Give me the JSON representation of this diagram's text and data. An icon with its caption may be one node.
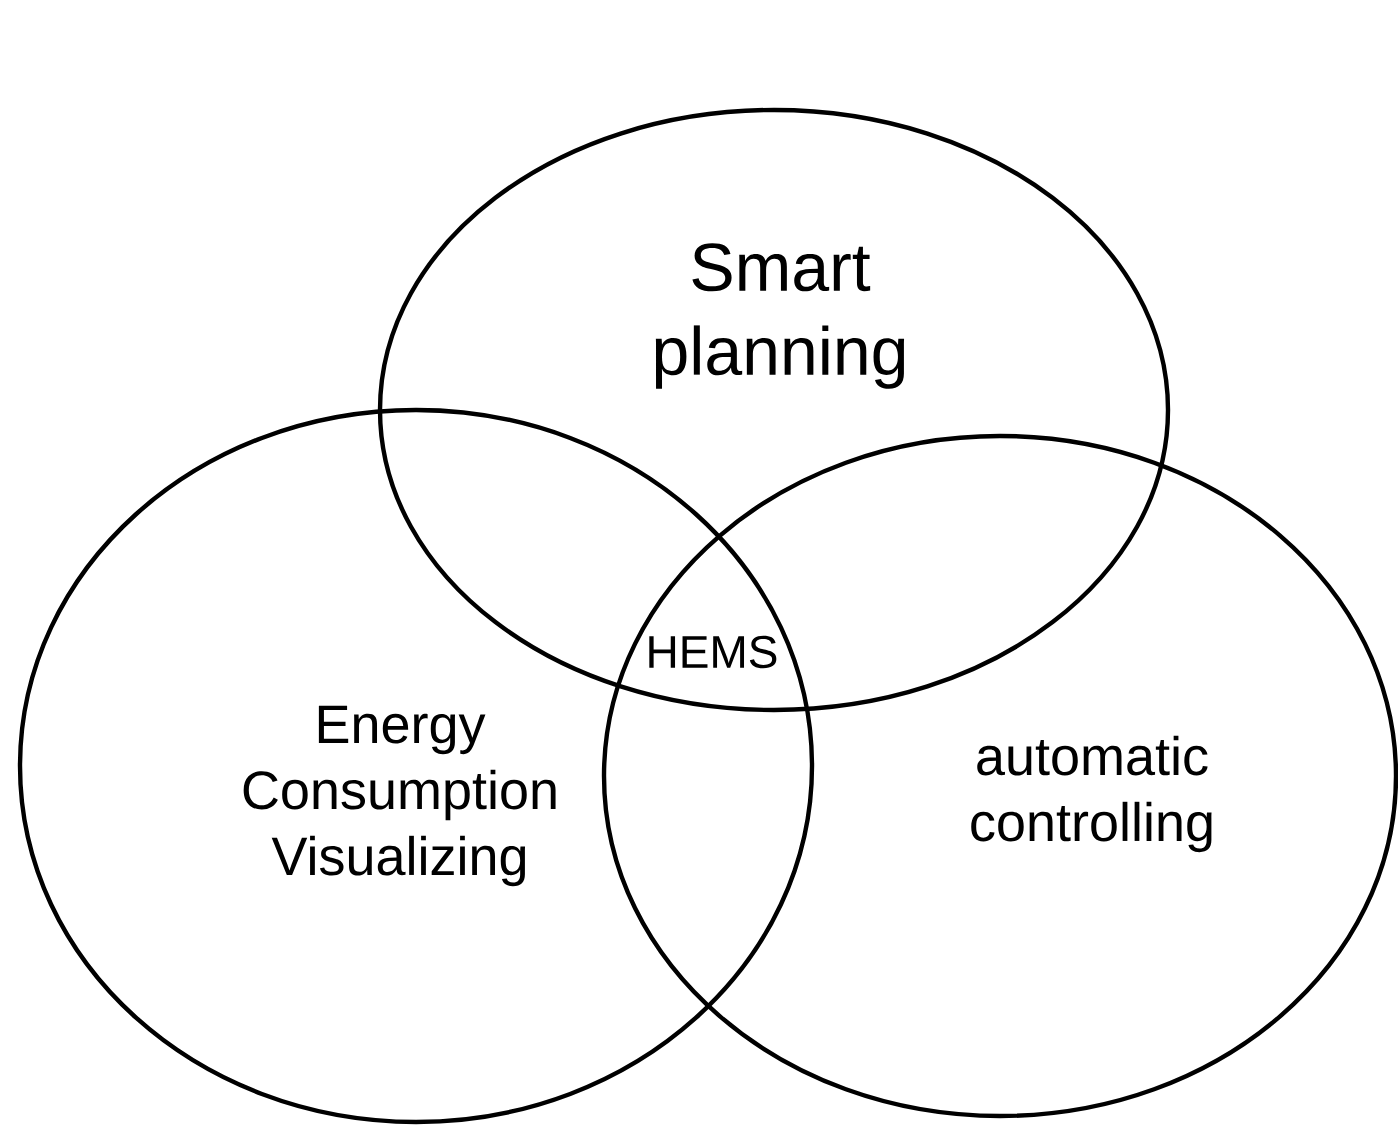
{
  "diagram": {
    "nodes": [
      {
        "text": [
          "Smart planning"
        ]
      },
      {
        "text": [
          "Energy Consumption Visualizing"
        ]
      },
      {
        "text": [
          "automatic controlling"
        ]
      }
    ],
    "labels": [
      "HEMS"
    ]
  }
}
